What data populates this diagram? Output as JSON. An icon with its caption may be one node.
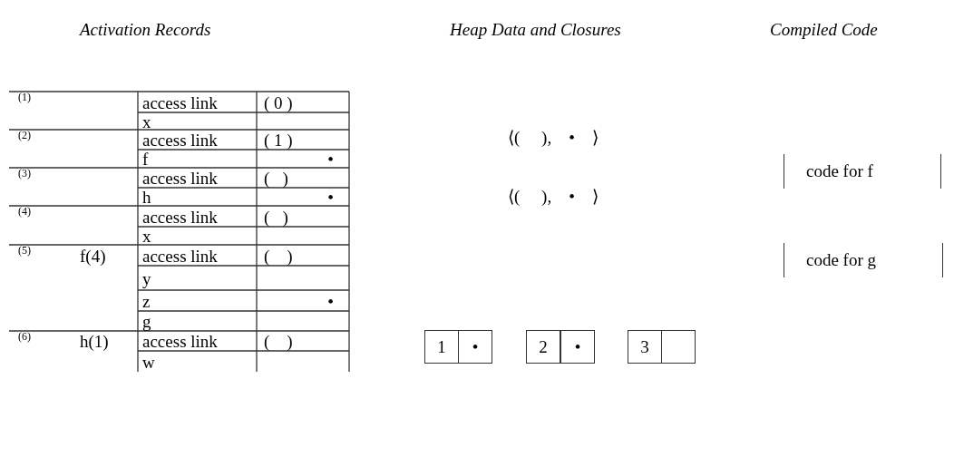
{
  "diagram": {
    "nodes": [
      {
        "text": [
          "1"
        ]
      },
      {
        "text": [
          "•"
        ]
      },
      {
        "text": [
          "2"
        ]
      },
      {
        "text": [
          "•"
        ]
      },
      {
        "text": [
          "3"
        ]
      },
      {
        "text": [],
        "shape": "box"
      }
    ],
    "edges": [],
    "labels": [
      "Activation Records",
      "Heap Data and Closures",
      "Compiled Code",
      "(1)",
      "access link",
      "( 0 )",
      "x",
      "(2)",
      "access link",
      "( 1 )",
      "f",
      "•",
      "(3)",
      "access link",
      "(   )",
      "h",
      "•",
      "(4)",
      "access link",
      "(   )",
      "x",
      "(5)",
      "f(4)",
      "access link",
      "(    )",
      "y",
      "z",
      "•",
      "g",
      "(6)",
      "h(1)",
      "access link",
      "(    )",
      "w",
      "⟨(     ),    •    ⟩",
      "⟨(     ),    •    ⟩",
      "code for f",
      "code for g"
    ]
  }
}
